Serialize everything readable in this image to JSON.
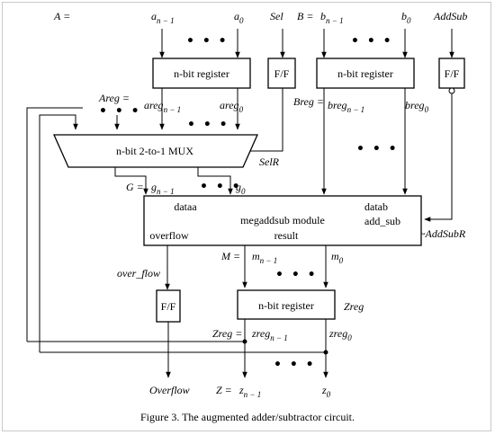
{
  "inputs": {
    "a_label": "A =",
    "a_msb": "a",
    "a_msb_sub": "n − 1",
    "a_lsb": "a",
    "a_lsb_sub": "0",
    "sel": "Sel",
    "b_label": "B =",
    "b_msb": "b",
    "b_msb_sub": "n − 1",
    "b_lsb": "b",
    "b_lsb_sub": "0",
    "addsub": "AddSub"
  },
  "blocks": {
    "reg_a": "n-bit register",
    "ff_sel": "F/F",
    "reg_b": "n-bit register",
    "ff_addsub": "F/F",
    "mux": "n-bit 2-to-1 MUX",
    "adder_title": "megaddsub module",
    "dataa": "dataa",
    "datab": "datab",
    "add_sub": "add_sub",
    "overflow": "overflow",
    "result": "result",
    "ff_overflow": "F/F",
    "reg_z": "n-bit register"
  },
  "signals": {
    "areg": "Areg =",
    "areg_msb": "areg",
    "areg_msb_sub": "n − 1",
    "areg_lsb": "areg",
    "areg_lsb_sub": "0",
    "breg": "Breg =",
    "breg_msb": "breg",
    "breg_msb_sub": "n − 1",
    "breg_lsb": "breg",
    "breg_lsb_sub": "0",
    "selr": "SelR",
    "g": "G =",
    "g_msb": "g",
    "g_msb_sub": "n − 1",
    "g_lsb": "g",
    "g_lsb_sub": "0",
    "addsubr": "~AddSubR",
    "m": "M =",
    "m_msb": "m",
    "m_msb_sub": "n − 1",
    "m_lsb": "m",
    "m_lsb_sub": "0",
    "over_flow": "over_flow",
    "zreg_name": "Zreg",
    "zreg": "Zreg =",
    "zreg_msb": "zreg",
    "zreg_msb_sub": "n − 1",
    "zreg_lsb": "zreg",
    "zreg_lsb_sub": "0"
  },
  "outputs": {
    "overflow": "Overflow",
    "z_label": "Z =",
    "z_msb": "z",
    "z_msb_sub": "n − 1",
    "z_lsb": "z",
    "z_lsb_sub": "0"
  },
  "ellipsis": "• • •",
  "caption": "Figure 3. The augmented adder/subtractor circuit."
}
